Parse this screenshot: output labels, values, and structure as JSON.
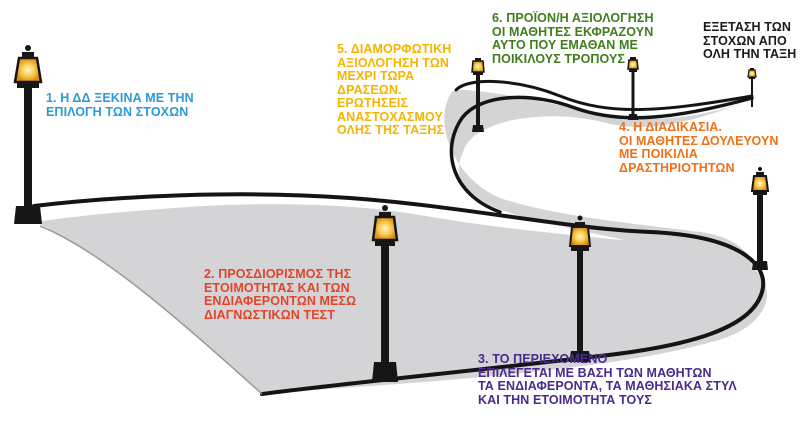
{
  "steps": [
    {
      "id": "step1",
      "lines": [
        "1. Η ΔΔ ΞΕΚΙΝΑ ΜΕ ΤΗΝ",
        "ΕΠΙΛΟΓΗ ΤΩΝ ΣΤΟΧΩΝ"
      ],
      "color": "#2a9ad8"
    },
    {
      "id": "step2",
      "lines": [
        "2. ΠΡΟΣΔΙΟΡΙΣΜΟΣ ΤΗΣ",
        "ΕΤΟΙΜΟΤΗΤΑΣ ΚΑΙ ΤΩΝ",
        "ΕΝΔΙΑΦΕΡΟΝΤΩΝ ΜΕΣΩ",
        "ΔΙΑΓΝΩΣΤΙΚΩΝ ΤΕΣΤ"
      ],
      "color": "#e0452c"
    },
    {
      "id": "step3",
      "lines": [
        "3. ΤΟ ΠΕΡΙΕΧΟΜΕΝΟ",
        "ΕΠΙΛΕΓΕΤΑΙ ΜΕ ΒΑΣΗ ΤΩΝ ΜΑΘΗΤΩΝ",
        "ΤΑ ΕΝΔΙΑΦΕΡΟΝΤΑ, ΤΑ ΜΑΘΗΣΙΑΚΑ ΣΤΥΛ",
        "ΚΑΙ ΤΗΝ ΕΤΟΙΜΟΤΗΤΑ ΤΟΥΣ"
      ],
      "color": "#4a2a8c"
    },
    {
      "id": "step4",
      "lines": [
        "4. Η ΔΙΑΔΙΚΑΣΙΑ.",
        "ΟΙ ΜΑΘΗΤΕΣ ΔΟΥΛΕΥΟΥΝ",
        "ΜΕ ΠΟΙΚΙΛΙΑ",
        "ΔΡΑΣΤΗΡΙΟΤΗΤΩΝ"
      ],
      "color": "#f07018"
    },
    {
      "id": "step5",
      "lines": [
        "5. ΔΙΑΜΟΡΦΩΤΙΚΗ",
        "ΑΞΙΟΛΟΓΗΣΗ ΤΩΝ",
        "ΜΕΧΡΙ ΤΩΡΑ",
        "ΔΡΑΣΕΩΝ.",
        "ΕΡΩΤΗΣΕΙΣ",
        "ΑΝΑΣΤΟΧΑΣΜΟΥ",
        "ΟΛΗΣ ΤΗΣ ΤΑΞΗΣ"
      ],
      "color": "#f5b400"
    },
    {
      "id": "step6",
      "lines": [
        "6. ΠΡΟΪΟΝ/Η ΑΞΙΟΛΟΓΗΣΗ",
        "ΟΙ ΜΑΘΗΤΕΣ ΕΚΦΡΑΖΟΥΝ",
        "ΑΥΤΟ ΠΟΥ ΕΜΑΘΑΝ ΜΕ",
        "ΠΟΙΚΙΛΟΥΣ ΤΡΟΠΟΥΣ"
      ],
      "color": "#3f7d1e"
    },
    {
      "id": "step7",
      "lines": [
        "ΕΞΕΤΑΣΗ ΤΩΝ",
        "ΣΤΟΧΩΝ ΑΠΟ",
        "ΟΛΗ ΤΗΝ ΤΑΞΗ"
      ],
      "color": "#1a1a1a"
    }
  ],
  "colors": {
    "road_fill": "#d4d4d6",
    "road_edge": "#141414",
    "lamp_body": "#161616",
    "lamp_glow": "#fde9a0",
    "lamp_core": "#e8a21c"
  }
}
